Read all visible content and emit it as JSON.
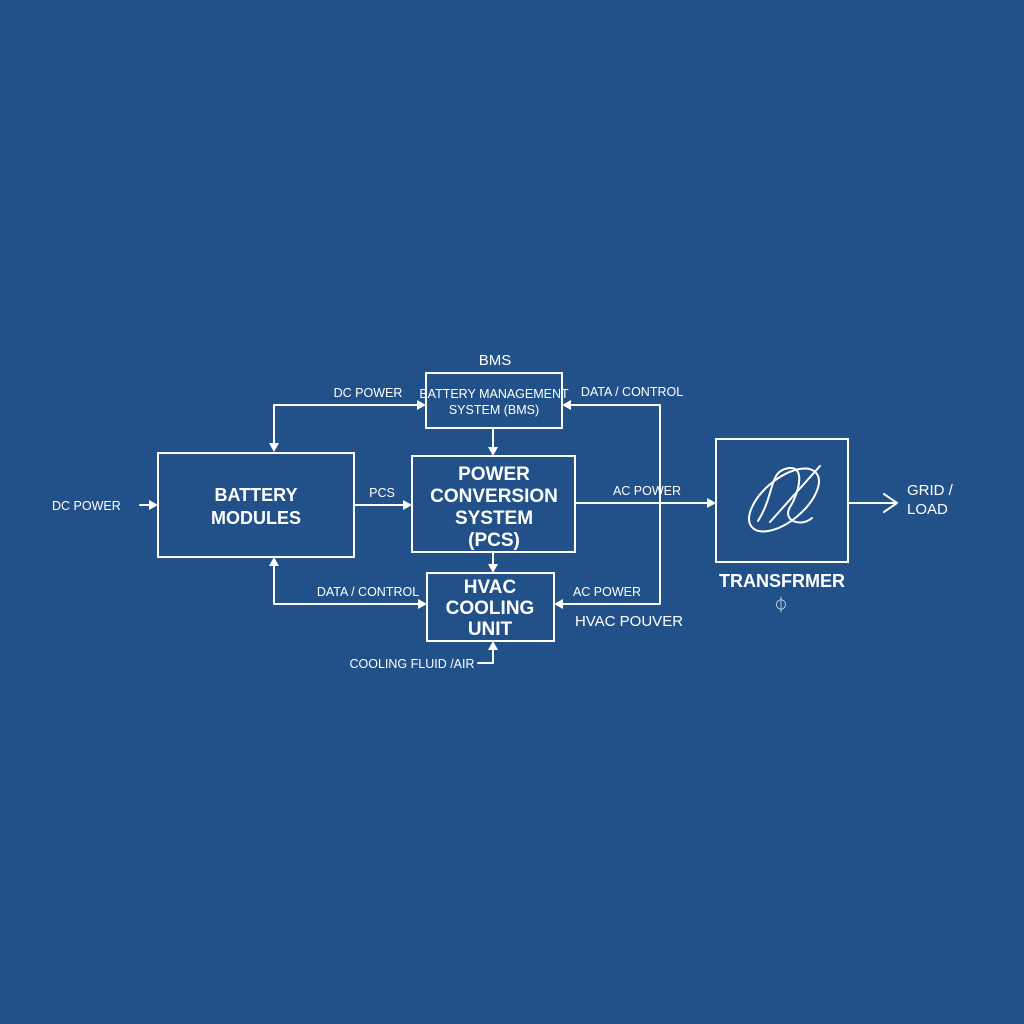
{
  "diagram": {
    "background": "#225189",
    "line_color": "#ffffff",
    "nodes": {
      "bms": {
        "caption": "BMS",
        "line1": "BATTERY MANAGEMENT",
        "line2": "SYSTEM (BMS)"
      },
      "battery": {
        "line1": "BATTERY",
        "line2": "MODULES"
      },
      "pcs": {
        "line1": "POWER",
        "line2": "CONVERSION",
        "line3": "SYSTEM",
        "line4": "(PCS)"
      },
      "hvac": {
        "line1": "HVAC",
        "line2": "COOLING",
        "line3": "UNIT"
      },
      "transformer": {
        "label": "TRANSFRMER",
        "symbol": "⏀",
        "icon": "transformer-winding-icon"
      },
      "grid": {
        "line1": "GRID /",
        "line2": "LOAD"
      }
    },
    "edge_labels": {
      "dc_power_in": "DC POWER",
      "dc_power_top": "DC POWER",
      "pcs": "PCS",
      "data_control_left": "DATA / CONTROL",
      "data_control_right": "DATA / CONTROL",
      "ac_power_main": "AC POWER",
      "ac_power_hvac": "AC POWER",
      "hvac_power": "HVAC POUVER",
      "cooling_fluid": "COOLING FLUID /AIR"
    }
  }
}
